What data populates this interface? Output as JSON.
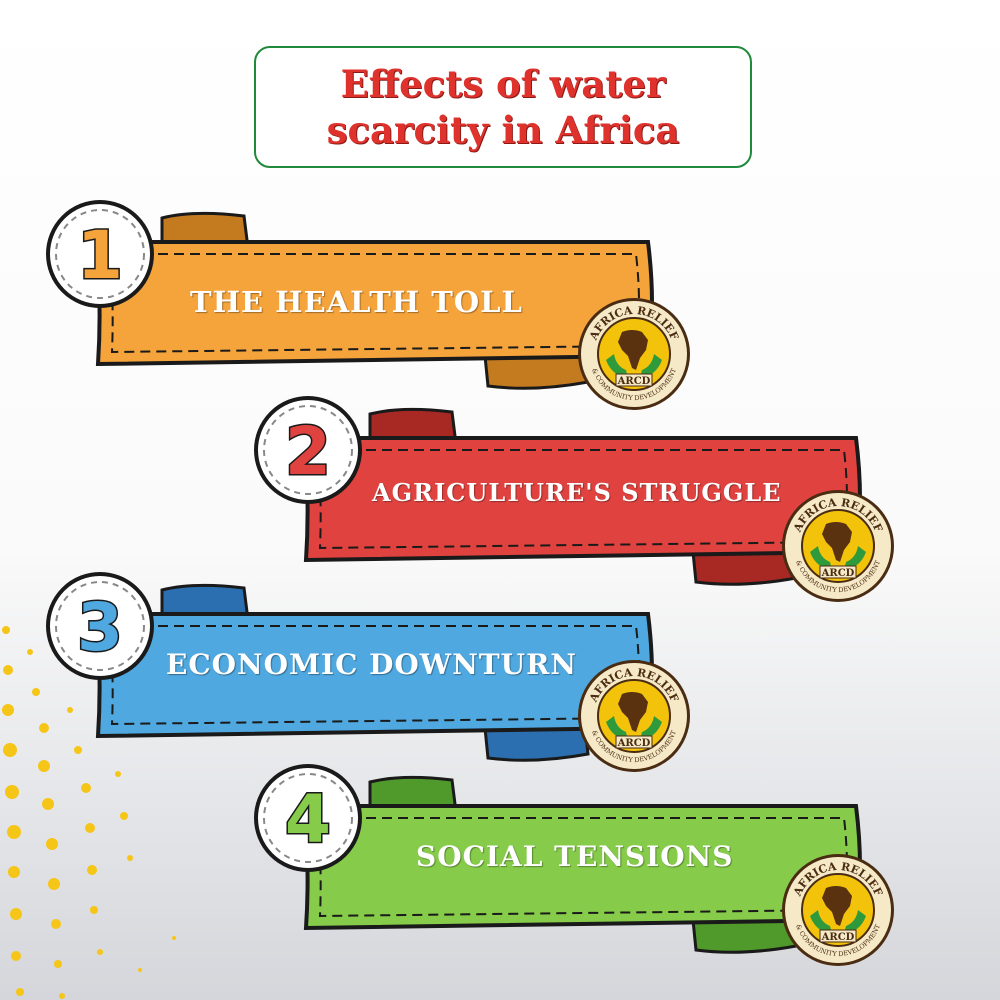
{
  "title": {
    "line1": "Effects of water",
    "line2": "scarcity in Africa"
  },
  "colors": {
    "title_red": "#e0322c",
    "title_border": "#1f8a3a",
    "dots": "#f5c518"
  },
  "seal": {
    "top_text": "AFRICA RELIEF",
    "bottom_text": "& COMMUNITY DEVELOPMENT",
    "abbr": "ARCD"
  },
  "items": [
    {
      "number": "1",
      "label": "THE HEALTH TOLL",
      "color": "#f5a33b",
      "dark": "#c47a1e",
      "numColor": "#f5a33b"
    },
    {
      "number": "2",
      "label": "AGRICULTURE'S STRUGGLE",
      "color": "#e0433f",
      "dark": "#a82824",
      "numColor": "#e0433f"
    },
    {
      "number": "3",
      "label": "ECONOMIC DOWNTURN",
      "color": "#4fa8e0",
      "dark": "#2b6fb0",
      "numColor": "#4fa8e0"
    },
    {
      "number": "4",
      "label": "SOCIAL TENSIONS",
      "color": "#86cc4a",
      "dark": "#4f9a2a",
      "numColor": "#86cc4a"
    }
  ]
}
